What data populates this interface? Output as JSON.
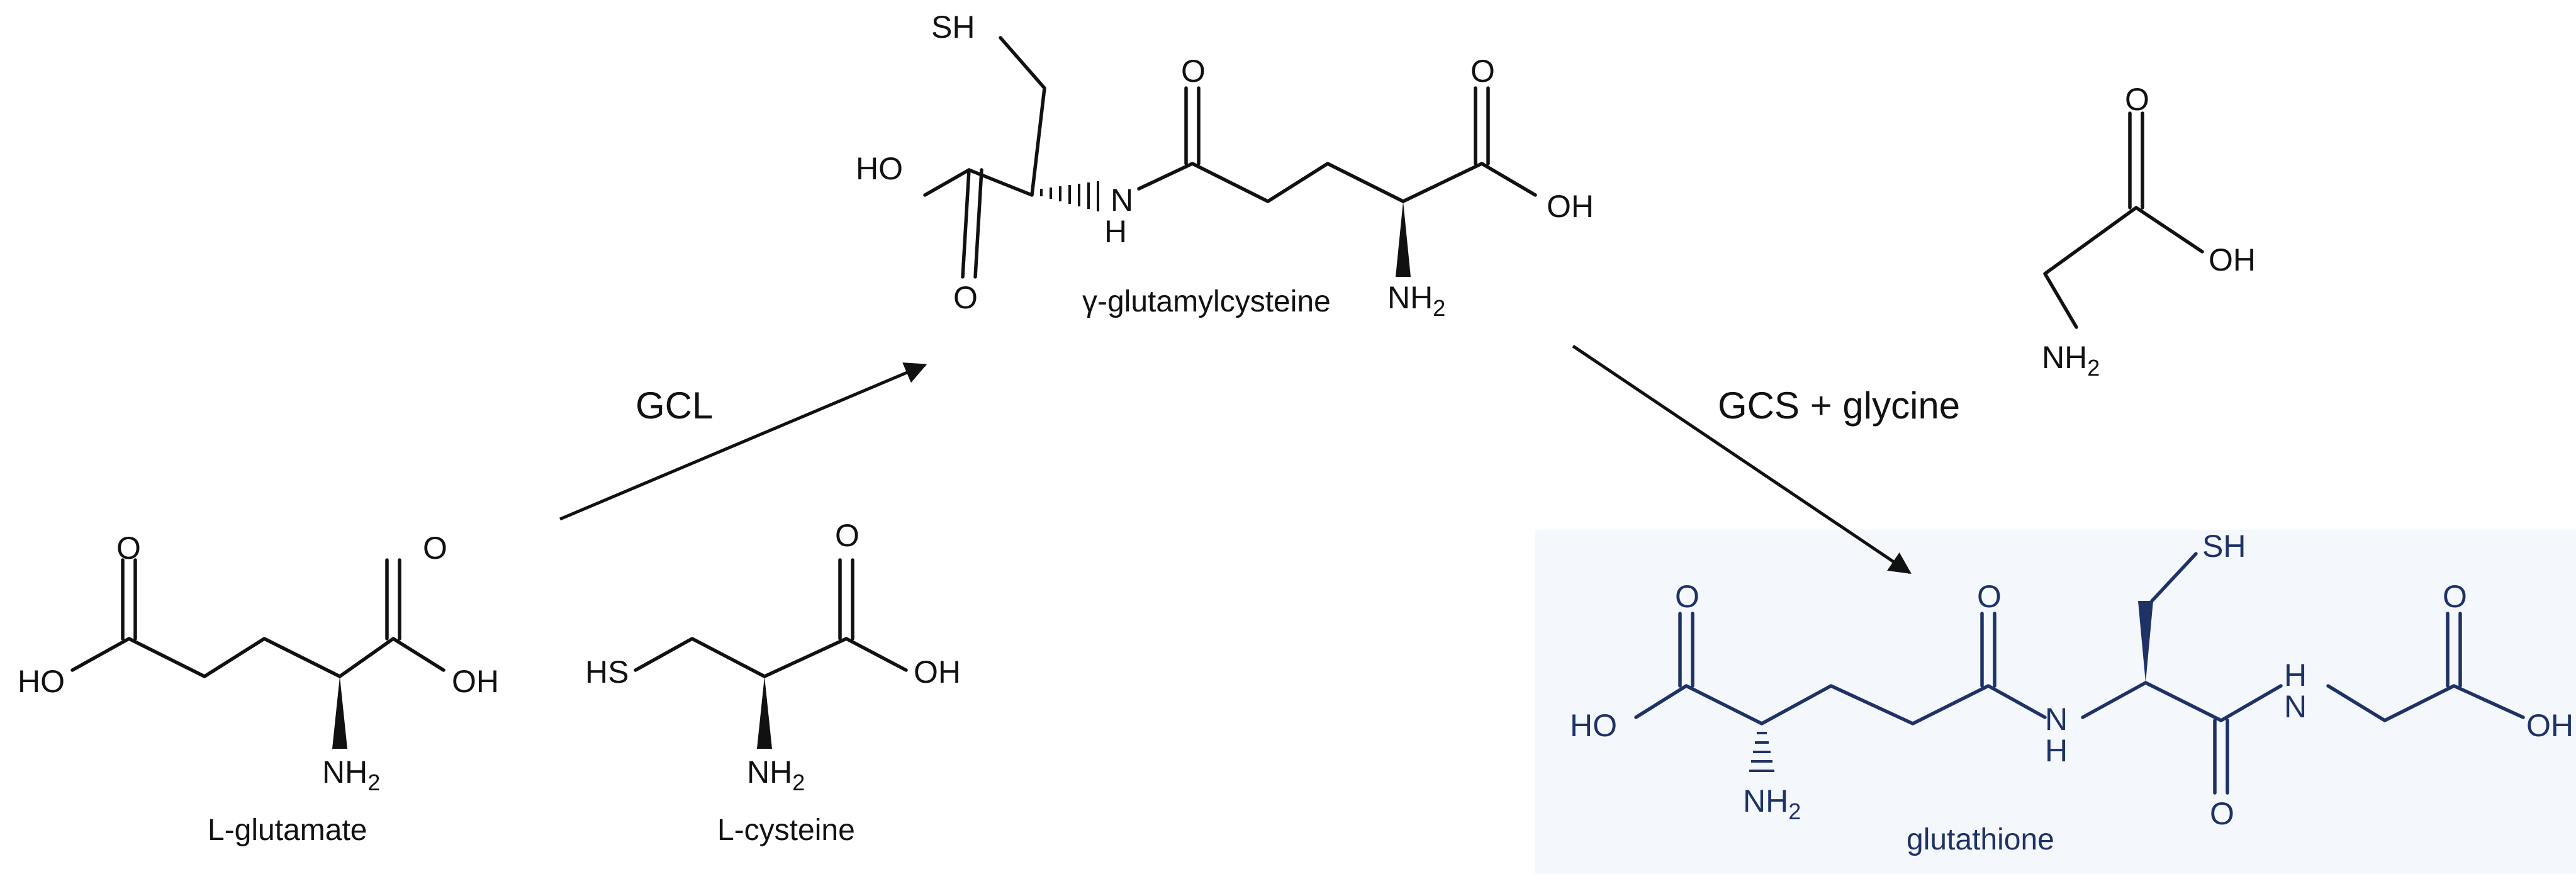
{
  "molecules": {
    "glutamate": {
      "name": "L-glutamate"
    },
    "cysteine": {
      "name": "L-cysteine"
    },
    "gamma_glu_cys": {
      "name": "γ-glutamylcysteine"
    },
    "glycine": {
      "name": ""
    },
    "glutathione": {
      "name": "glutathione"
    }
  },
  "atoms": {
    "O": "O",
    "OH": "OH",
    "HO": "HO",
    "NH": "NH",
    "N": "N",
    "H": "H",
    "SH": "SH",
    "HS": "HS",
    "NH2_main": "NH",
    "NH2_sub": "2"
  },
  "reactions": {
    "step1_label": "GCL",
    "step2_label": "GCS + glycine"
  },
  "colors": {
    "ink": "#111111",
    "glutathione_ink": "#1e3266",
    "glutathione_panel": "#f4f8fc"
  }
}
